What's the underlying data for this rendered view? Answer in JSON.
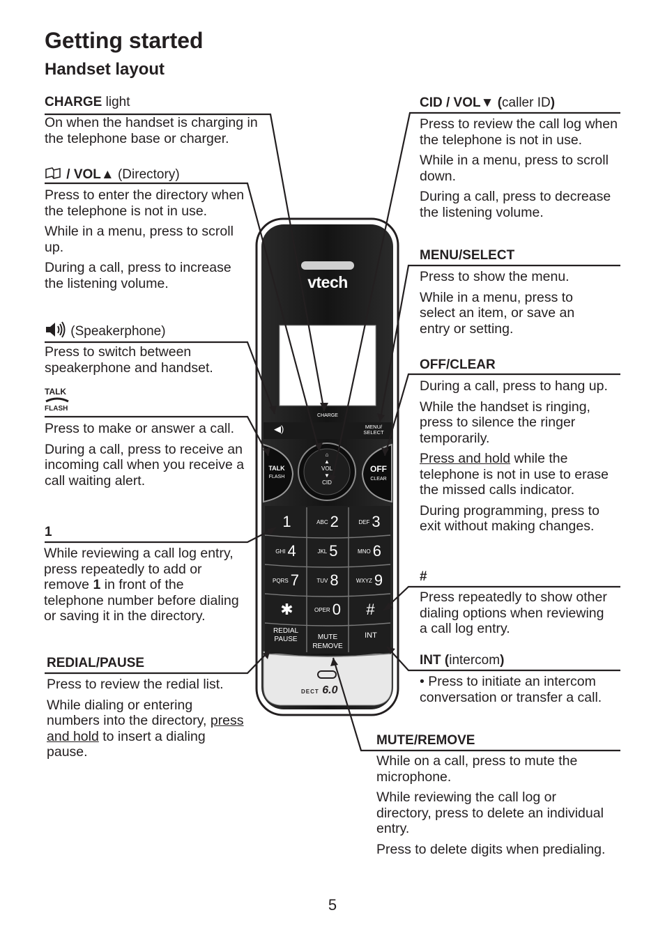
{
  "page": {
    "title": "Getting started",
    "subtitle": "Handset layout",
    "page_number": "5"
  },
  "left": {
    "charge": {
      "label_bold": "CHARGE",
      "label_rest": " light",
      "text": "On when the handset is charging in the telephone base or charger."
    },
    "directory": {
      "label_bold": " / VOL▲",
      "label_rest": " (Directory)",
      "p1": "Press to enter the directory when the telephone is not in use.",
      "p2": "While in a menu, press to scroll up.",
      "p3": "During a call, press to increase the listening volume."
    },
    "speaker": {
      "label_rest": " (Speakerphone)",
      "text": "Press to switch between speakerphone and handset."
    },
    "talk": {
      "icon_top": "TALK",
      "icon_bottom": "FLASH",
      "p1": "Press to make or answer a call.",
      "p2": "During a call, press to receive an incoming call when you receive a call waiting alert."
    },
    "one": {
      "label": "1",
      "text_a": "While reviewing a call log entry, press repeatedly to add or remove ",
      "text_b": "1",
      "text_c": " in front of the telephone number before dialing or saving it in the directory."
    },
    "redial": {
      "label": "REDIAL/PAUSE",
      "p1": "Press to review the redial list.",
      "p2a": "While dialing or entering numbers into the directory, ",
      "p2b": "press and hold",
      "p2c": " to insert a dialing pause."
    }
  },
  "right": {
    "cid": {
      "label_bold": "CID / VOL▼ (",
      "label_rest": "caller ID",
      "label_close": ")",
      "p1": "Press to review the call log when the telephone is not in use.",
      "p2": "While in a menu, press to scroll down.",
      "p3": "During a call, press to decrease the listening volume."
    },
    "menu": {
      "label": "MENU/SELECT",
      "p1": "Press to show the menu.",
      "p2": "While in a menu, press to select an item, or save an entry or setting."
    },
    "off": {
      "label": "OFF/CLEAR",
      "p1": "During a call, press to hang up.",
      "p2": "While the handset is ringing, press to silence the ringer temporarily.",
      "p3a": "Press and hold",
      "p3b": " while the telephone is not in use to erase the missed calls indicator.",
      "p4": "During programming, press to exit without making changes."
    },
    "hash": {
      "label": "#",
      "text": "Press repeatedly to show other dialing options when reviewing a call log entry."
    },
    "int": {
      "label_bold": "INT (",
      "label_rest": "intercom",
      "label_close": ")",
      "text": "•  Press to initiate an intercom conversation or transfer a call."
    },
    "mute": {
      "label": "MUTE/REMOVE",
      "p1": "While on a call, press to mute the microphone.",
      "p2": "While reviewing the call log or directory, press to delete an individual entry.",
      "p3": "Press to delete digits when predialing."
    }
  },
  "phone": {
    "brand": "vtech",
    "charge_label": "CHARGE",
    "menu_label_1": "MENU/",
    "menu_label_2": "SELECT",
    "talk_1": "TALK",
    "talk_2": "FLASH",
    "off_1": "OFF",
    "off_2": "CLEAR",
    "vol": "VOL",
    "cid": "CID",
    "keys": [
      {
        "num": "1",
        "letters": ""
      },
      {
        "num": "2",
        "letters": "ABC"
      },
      {
        "num": "3",
        "letters": "DEF"
      },
      {
        "num": "4",
        "letters": "GHI"
      },
      {
        "num": "5",
        "letters": "JKL"
      },
      {
        "num": "6",
        "letters": "MNO"
      },
      {
        "num": "7",
        "letters": "PQRS"
      },
      {
        "num": "8",
        "letters": "TUV"
      },
      {
        "num": "9",
        "letters": "WXYZ"
      },
      {
        "num": "✱",
        "letters": ""
      },
      {
        "num": "0",
        "letters": "OPER"
      },
      {
        "num": "#",
        "letters": ""
      }
    ],
    "redial_1": "REDIAL",
    "redial_2": "PAUSE",
    "mute_1": "MUTE",
    "mute_2": "REMOVE",
    "int": "INT",
    "dect": "DECT",
    "dect_ver": "6.0"
  }
}
